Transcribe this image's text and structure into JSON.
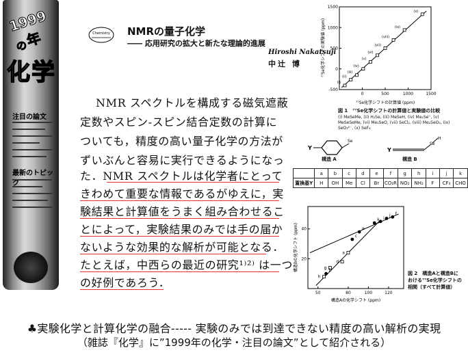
{
  "spine": {
    "year": "1999年",
    "no": "の",
    "kagaku": "化学",
    "section1": "注目の論文",
    "section2": "最新のトピック"
  },
  "header": {
    "logo_text": "Chemistry",
    "title": "NMRの量子化学",
    "subtitle": "―― 応用研究の拡大と新たな理論的進展",
    "signature": "Hiroshi Nakatsuji",
    "author": "中辻 博"
  },
  "body_lines": [
    "NMR スペクトルを構成する磁気遮蔽",
    "定数やスピン-スピン結合定数の計算に",
    "ついても，精度の高い量子化学の方法が",
    "ずいぶんと容易に実行できるようになっ",
    "た．NMR スペクトルは化学者にとって",
    "きわめて重要な情報であるがゆえに，実",
    "験結果と計算値をうまく組み合わせるこ",
    "とによって，実験結果のみでは手の届か",
    "ないような効果的な解析が可能となる．",
    "たとえば，中西らの最近の研究¹⁾²⁾ は一つ",
    "の好例であろう．"
  ],
  "figure1": {
    "ylabel": "⁷⁷Se化学シフトの実験値 (ppm)",
    "xlabel": "⁷⁷Se化学シフトの計算値 (ppm)",
    "caption_title": "図 1　⁷⁷Se化学シフトの計算値と実験値の比較",
    "caption_body": "(i) MeSeMe, (ii) H₂Se, (iii) MeSeH, (iv) Me₂Se⁺, (v) MeSeSeMe, (vi) Me₂SeO, (vii) SeCl₂, (viii) Me₂SeO₂, (ix) SeO₃²⁻, (x) SeF₆",
    "x_ticks": [
      "0",
      "500",
      "1000",
      "1500"
    ],
    "y_ticks": [
      "-500",
      "0",
      "500",
      "1000",
      "1500"
    ]
  },
  "chart_data": [
    {
      "type": "scatter",
      "title": "",
      "xlabel": "⁷⁷Se化学シフトの計算値 (ppm)",
      "ylabel": "⁷⁷Se化学シフトの実験値 (ppm)",
      "xlim": [
        -500,
        1500
      ],
      "ylim": [
        -500,
        1500
      ],
      "points": [
        {
          "label": "(i)",
          "x": -380,
          "y": -400
        },
        {
          "label": "(ii)",
          "x": -250,
          "y": -260
        },
        {
          "label": "(iii)",
          "x": -120,
          "y": -150
        },
        {
          "label": "(iv)",
          "x": 20,
          "y": 0
        },
        {
          "label": "(v)",
          "x": 180,
          "y": 170
        },
        {
          "label": "(vi)",
          "x": 330,
          "y": 330
        },
        {
          "label": "(vii)",
          "x": 500,
          "y": 500
        },
        {
          "label": "(viii)",
          "x": 680,
          "y": 700
        },
        {
          "label": "(ix)",
          "x": 920,
          "y": 940
        },
        {
          "label": "(x)",
          "x": 1310,
          "y": 1320
        }
      ]
    },
    {
      "type": "scatter",
      "title": "",
      "xlabel": "構造Aの化学シフト (ppm)",
      "ylabel": "構造Bの化学シフト (ppm)",
      "xlim": [
        40,
        135
      ],
      "ylim": [
        0,
        55
      ],
      "x_ticks": [
        "50",
        "80",
        "100",
        "120"
      ],
      "y_ticks": [
        "20",
        "40"
      ],
      "series": [
        {
          "values_open": [
            [
              56,
              8
            ],
            [
              62,
              14
            ],
            [
              74,
              18
            ],
            [
              80,
              24
            ]
          ],
          "values_filled": [
            [
              58,
              10
            ],
            [
              84,
              33
            ],
            [
              91,
              38
            ],
            [
              106,
              44
            ],
            [
              112,
              45
            ],
            [
              118,
              47
            ],
            [
              124,
              48
            ]
          ]
        }
      ],
      "point_labels": [
        "h",
        "g",
        "d",
        "a",
        "b",
        "c",
        "e",
        "k",
        "i",
        "j",
        "f"
      ]
    }
  ],
  "figure2": {
    "caption": "図 2　構造Aと構造Bにおける⁷⁷Se化学シフトの相関（すべて計算値）",
    "xlabel": "構造Aの化学シフト (ppm)",
    "ylabel": "構造Bの化学シフト (ppm)",
    "struct_a": "構造 A",
    "struct_b": "構造 B",
    "struct_a_sub": "Y",
    "struct_b_sub": "Y"
  },
  "substituents": {
    "header": [
      "a",
      "b",
      "c",
      "d",
      "e",
      "f",
      "g",
      "h",
      "i",
      "j",
      "k"
    ],
    "row_label": "置換基Y",
    "row": [
      "H",
      "OH",
      "Me",
      "Cl",
      "Br",
      "CO₂R",
      "NO₂",
      "NH₂",
      "F",
      "CF₃",
      "CHO"
    ]
  },
  "footer": {
    "line1": "♣実験化学と計算化学の融合----- 実験のみでは到達できない精度の高い解析の実現",
    "line2": "（雑誌『化学』に”1999年の化学・注目の論文”として紹介される）"
  }
}
